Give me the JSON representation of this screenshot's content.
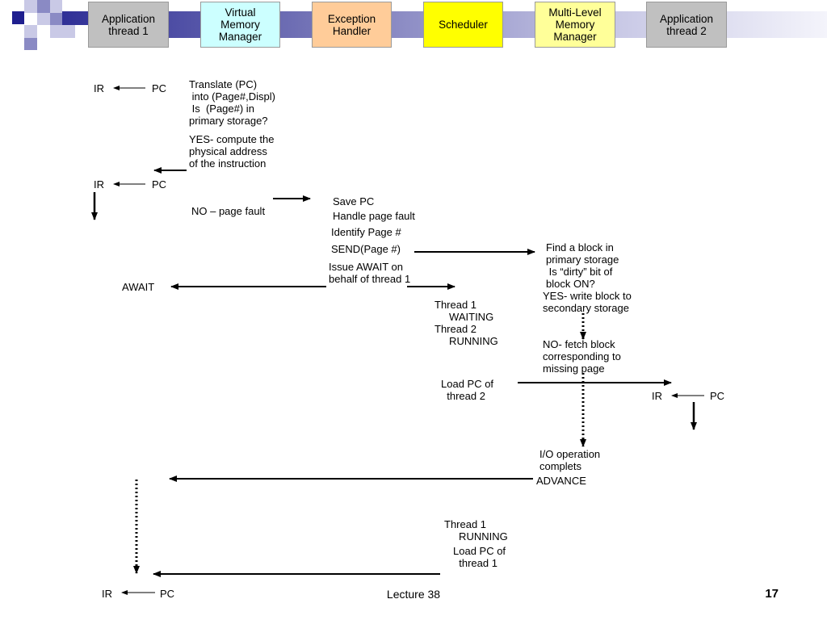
{
  "header": {
    "boxes": [
      {
        "label": "Application\nthread 1",
        "fill": "#c0c0c0"
      },
      {
        "label": "Virtual\nMemory\nManager",
        "fill": "#ccffff"
      },
      {
        "label": "Exception\nHandler",
        "fill": "#ffcc99"
      },
      {
        "label": "Scheduler",
        "fill": "#ffff00"
      },
      {
        "label": "Multi-Level\nMemory\nManager",
        "fill": "#ffff99"
      },
      {
        "label": "Application\nthread 2",
        "fill": "#c0c0c0"
      }
    ]
  },
  "flow": {
    "ir1": "IR",
    "pc1": "PC",
    "translate": "Translate (PC)\n into (Page#,Displ)\n Is  (Page#) in\nprimary storage?",
    "yes_compute": "YES- compute the\nphysical address\nof the instruction",
    "ir2": "IR",
    "pc2": "PC",
    "no_fault": "NO – page fault",
    "save_pc": "Save PC",
    "handle_fault": "Handle page fault",
    "identify_page": "Identify Page #",
    "send_page": "SEND(Page #)",
    "find_block": "Find a block in\nprimary storage\n Is “dirty” bit of\nblock ON?",
    "issue_await": "Issue AWAIT on\nbehalf of thread 1",
    "await": "AWAIT",
    "yes_write": "YES- write block to\nsecondary storage",
    "thread_status_1": "Thread 1\n     WAITING\nThread 2\n     RUNNING",
    "no_fetch": "NO- fetch block\ncorresponding to\nmissing page",
    "load_pc_2": "Load PC of\n  thread 2",
    "ir3": "IR",
    "pc3": "PC",
    "io_complete": "I/O operation\ncomplets",
    "advance": "ADVANCE",
    "thread_status_2": "Thread 1\n     RUNNING",
    "load_pc_1": "Load PC of\n  thread 1",
    "ir4": "IR",
    "pc4": "PC"
  },
  "footer": {
    "title": "Lecture 38",
    "page": "17"
  },
  "colors": {
    "deco_dark": "#1f1f8f",
    "deco_mid": "#8a8ac4",
    "deco_light": "#c9c9e6",
    "arrow": "#000000"
  }
}
